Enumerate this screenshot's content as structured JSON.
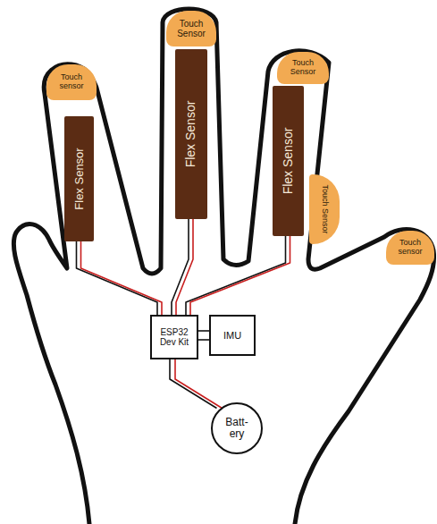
{
  "diagram": {
    "nodes": [
      {
        "text": [
          "Touch sensor"
        ]
      },
      {
        "text": [
          "Flex Sensor"
        ]
      },
      {
        "text": [
          "Touch Sensor"
        ]
      },
      {
        "text": [
          "Flex Sensor"
        ]
      },
      {
        "text": [
          "Touch Sensor"
        ]
      },
      {
        "text": [
          "Flex Sensor"
        ]
      },
      {
        "text": [
          "Touch Sensor"
        ]
      },
      {
        "text": [
          "Touch sensor"
        ]
      },
      {
        "text": [
          "ESP32 Dev Kit"
        ]
      },
      {
        "text": [
          "IMU"
        ]
      },
      {
        "text": [
          "Batt- ery"
        ]
      }
    ],
    "edges": [
      {
        "from": 1,
        "to": 8,
        "arrow": "none"
      },
      {
        "from": 3,
        "to": 8,
        "arrow": "none"
      },
      {
        "from": 5,
        "to": 8,
        "arrow": "none"
      },
      {
        "from": 8,
        "to": 9,
        "arrow": "none"
      },
      {
        "from": 8,
        "to": 10,
        "arrow": "none"
      }
    ]
  }
}
